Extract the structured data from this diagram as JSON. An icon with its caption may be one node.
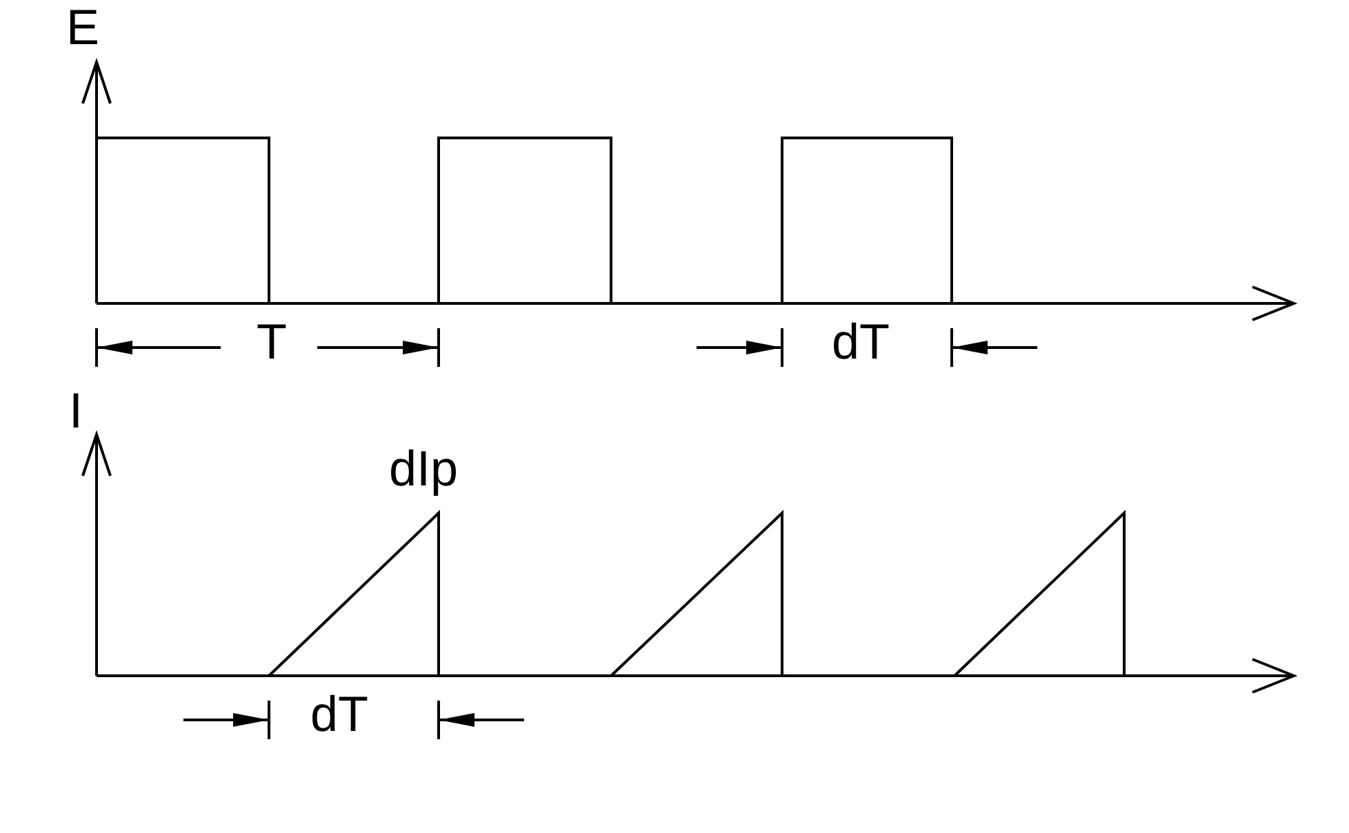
{
  "diagram": {
    "labels": [
      "E",
      "T",
      "dT",
      "I",
      "dIp",
      "dT"
    ]
  }
}
